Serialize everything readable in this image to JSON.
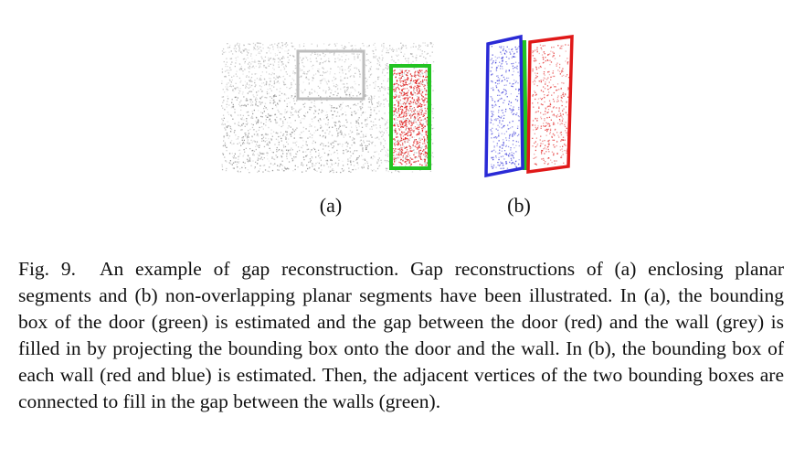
{
  "figure": {
    "subfigure_a_label": "(a)",
    "subfigure_b_label": "(b)",
    "caption_number": "Fig. 9.",
    "caption_text": "An example of gap reconstruction. Gap reconstructions of (a) enclosing planar segments and (b) non-overlapping planar segments have been illustrated. In (a), the bounding box of the door (green) is estimated and the gap between the door (red) and the wall (grey) is filled in by projecting the bounding box onto the door and the wall. In (b), the bounding box of each wall (red and blue) is estimated. Then, the adjacent vertices of the two bounding boxes are connected to fill in the gap between the walls (green).",
    "colors": {
      "wall_grey": "#8a8a8a",
      "door_red": "#e01818",
      "bbox_green": "#22c322",
      "wall_blue": "#2a2ad6"
    }
  }
}
